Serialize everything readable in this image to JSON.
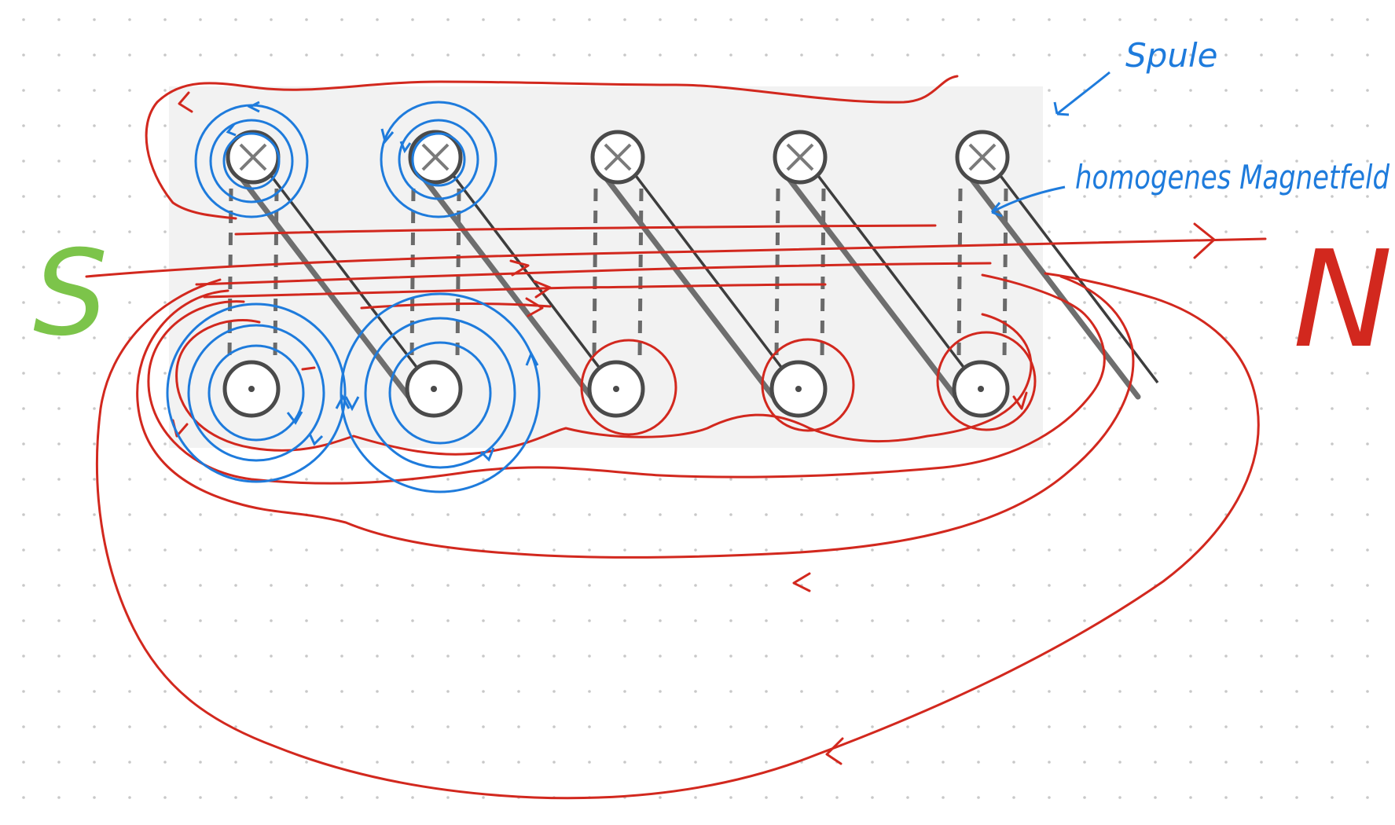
{
  "labels": {
    "spule": "Spule",
    "homogenes": "homogenes Magnetfeld",
    "south_pole": "S",
    "north_pole": "N"
  },
  "colors": {
    "field_lines": "#d2281e",
    "annotations": "#1e7bdc",
    "south_pole": "#7cc44a",
    "north_pole": "#d2281e",
    "coil_wire": "#4a4a4a"
  },
  "coil": {
    "turns": 5,
    "top_row_symbol": "cross",
    "bottom_row_symbol": "dot"
  }
}
